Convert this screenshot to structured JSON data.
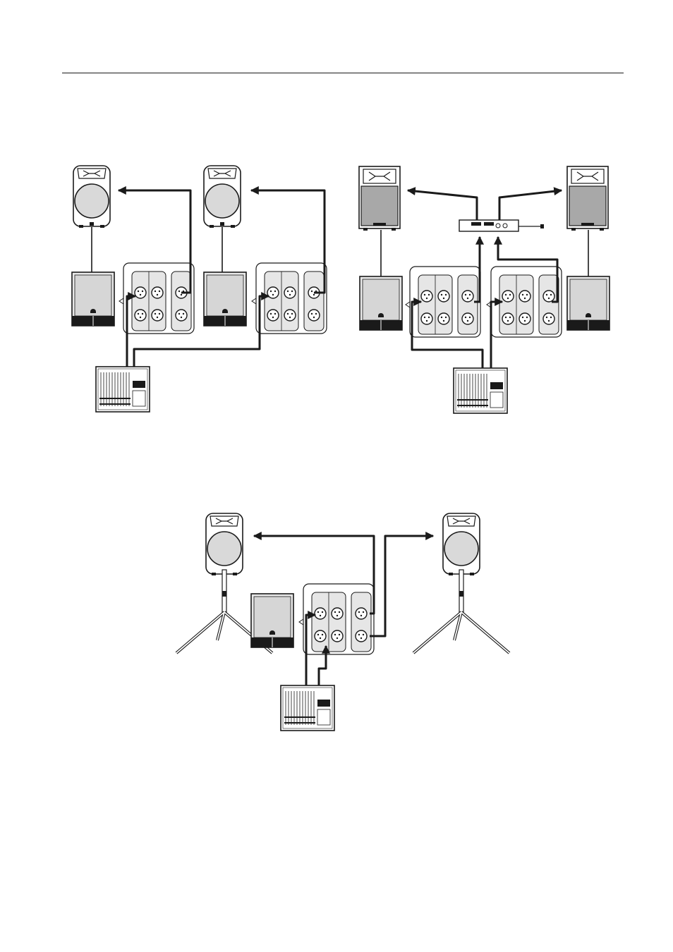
{
  "page": {
    "background": "#ffffff",
    "line_color": "#1a1a1a",
    "woofer_fill": "#d9d9d9",
    "panel_fill": "#e6e6e6",
    "sub_fill": "#e8e8e8"
  },
  "diagrams": [
    {
      "id": "setup-top-left",
      "components": [
        "active-speaker-left",
        "active-speaker-right",
        "subwoofer-left",
        "subwoofer-right",
        "connection-panel-left",
        "connection-panel-right",
        "mixer"
      ]
    },
    {
      "id": "setup-top-right",
      "components": [
        "passive-speaker-left",
        "passive-speaker-right",
        "power-amplifier",
        "subwoofer-left",
        "subwoofer-right",
        "connection-panel-left",
        "connection-panel-right",
        "mixer"
      ]
    },
    {
      "id": "setup-bottom",
      "components": [
        "active-speaker-left-tripod",
        "active-speaker-right-tripod",
        "subwoofer",
        "connection-panel",
        "mixer"
      ]
    }
  ]
}
